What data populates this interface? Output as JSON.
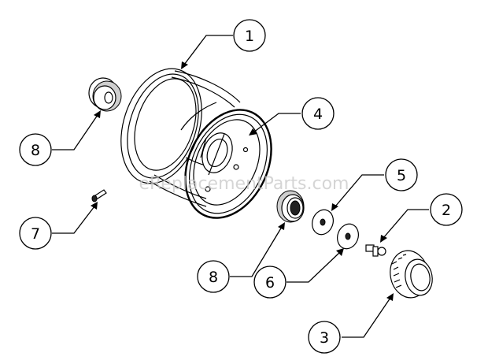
{
  "callouts": {
    "c1": "1",
    "c2": "2",
    "c3": "3",
    "c4": "4",
    "c5": "5",
    "c6": "6",
    "c7": "7",
    "c8a": "8",
    "c8b": "8"
  },
  "watermark": "eReplacementParts.com"
}
